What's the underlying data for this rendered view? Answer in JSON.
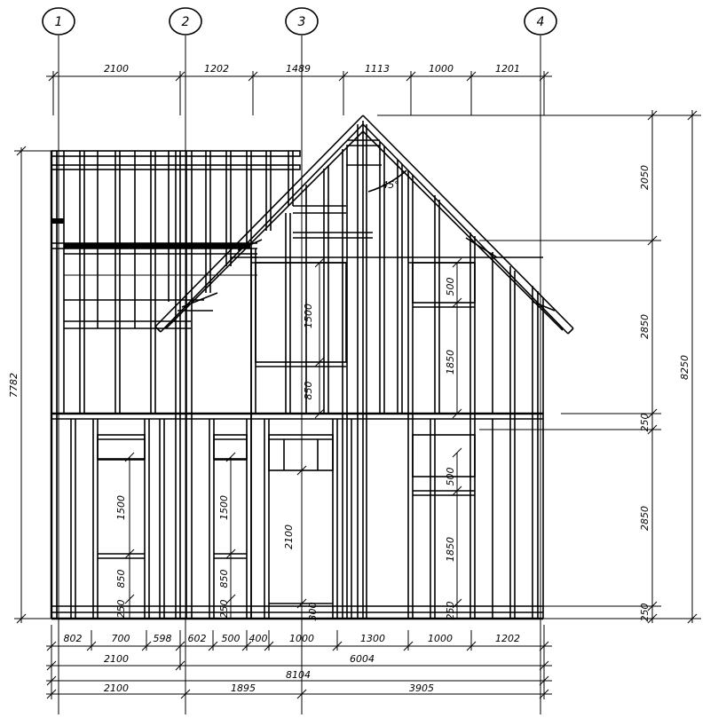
{
  "axes": [
    "1",
    "2",
    "3",
    "4"
  ],
  "top_dims": [
    "2100",
    "1202",
    "1489",
    "1113",
    "1000",
    "1201"
  ],
  "bottom_row1": [
    "802",
    "700",
    "598",
    "602",
    "500",
    "400",
    "1000",
    "1300",
    "1000",
    "1202"
  ],
  "bottom_row2": [
    "2100",
    "6004"
  ],
  "bottom_row3": "8104",
  "bottom_row4": [
    "2100",
    "1895",
    "3905"
  ],
  "left_total": "7782",
  "right_dims": [
    "2050",
    "2850",
    "250",
    "2850",
    "250"
  ],
  "right_total": "8250",
  "roof_angle": "45°",
  "opening_dims": {
    "lower_left_window": [
      "1500",
      "850",
      "250"
    ],
    "lower_mid_window": [
      "1500",
      "850",
      "250"
    ],
    "door": [
      "2100",
      "300"
    ],
    "upper_mid_window": [
      "1500",
      "850"
    ],
    "upper_right_window": [
      "500",
      "1850"
    ],
    "lower_right_window": [
      "500",
      "1850",
      "250"
    ]
  }
}
